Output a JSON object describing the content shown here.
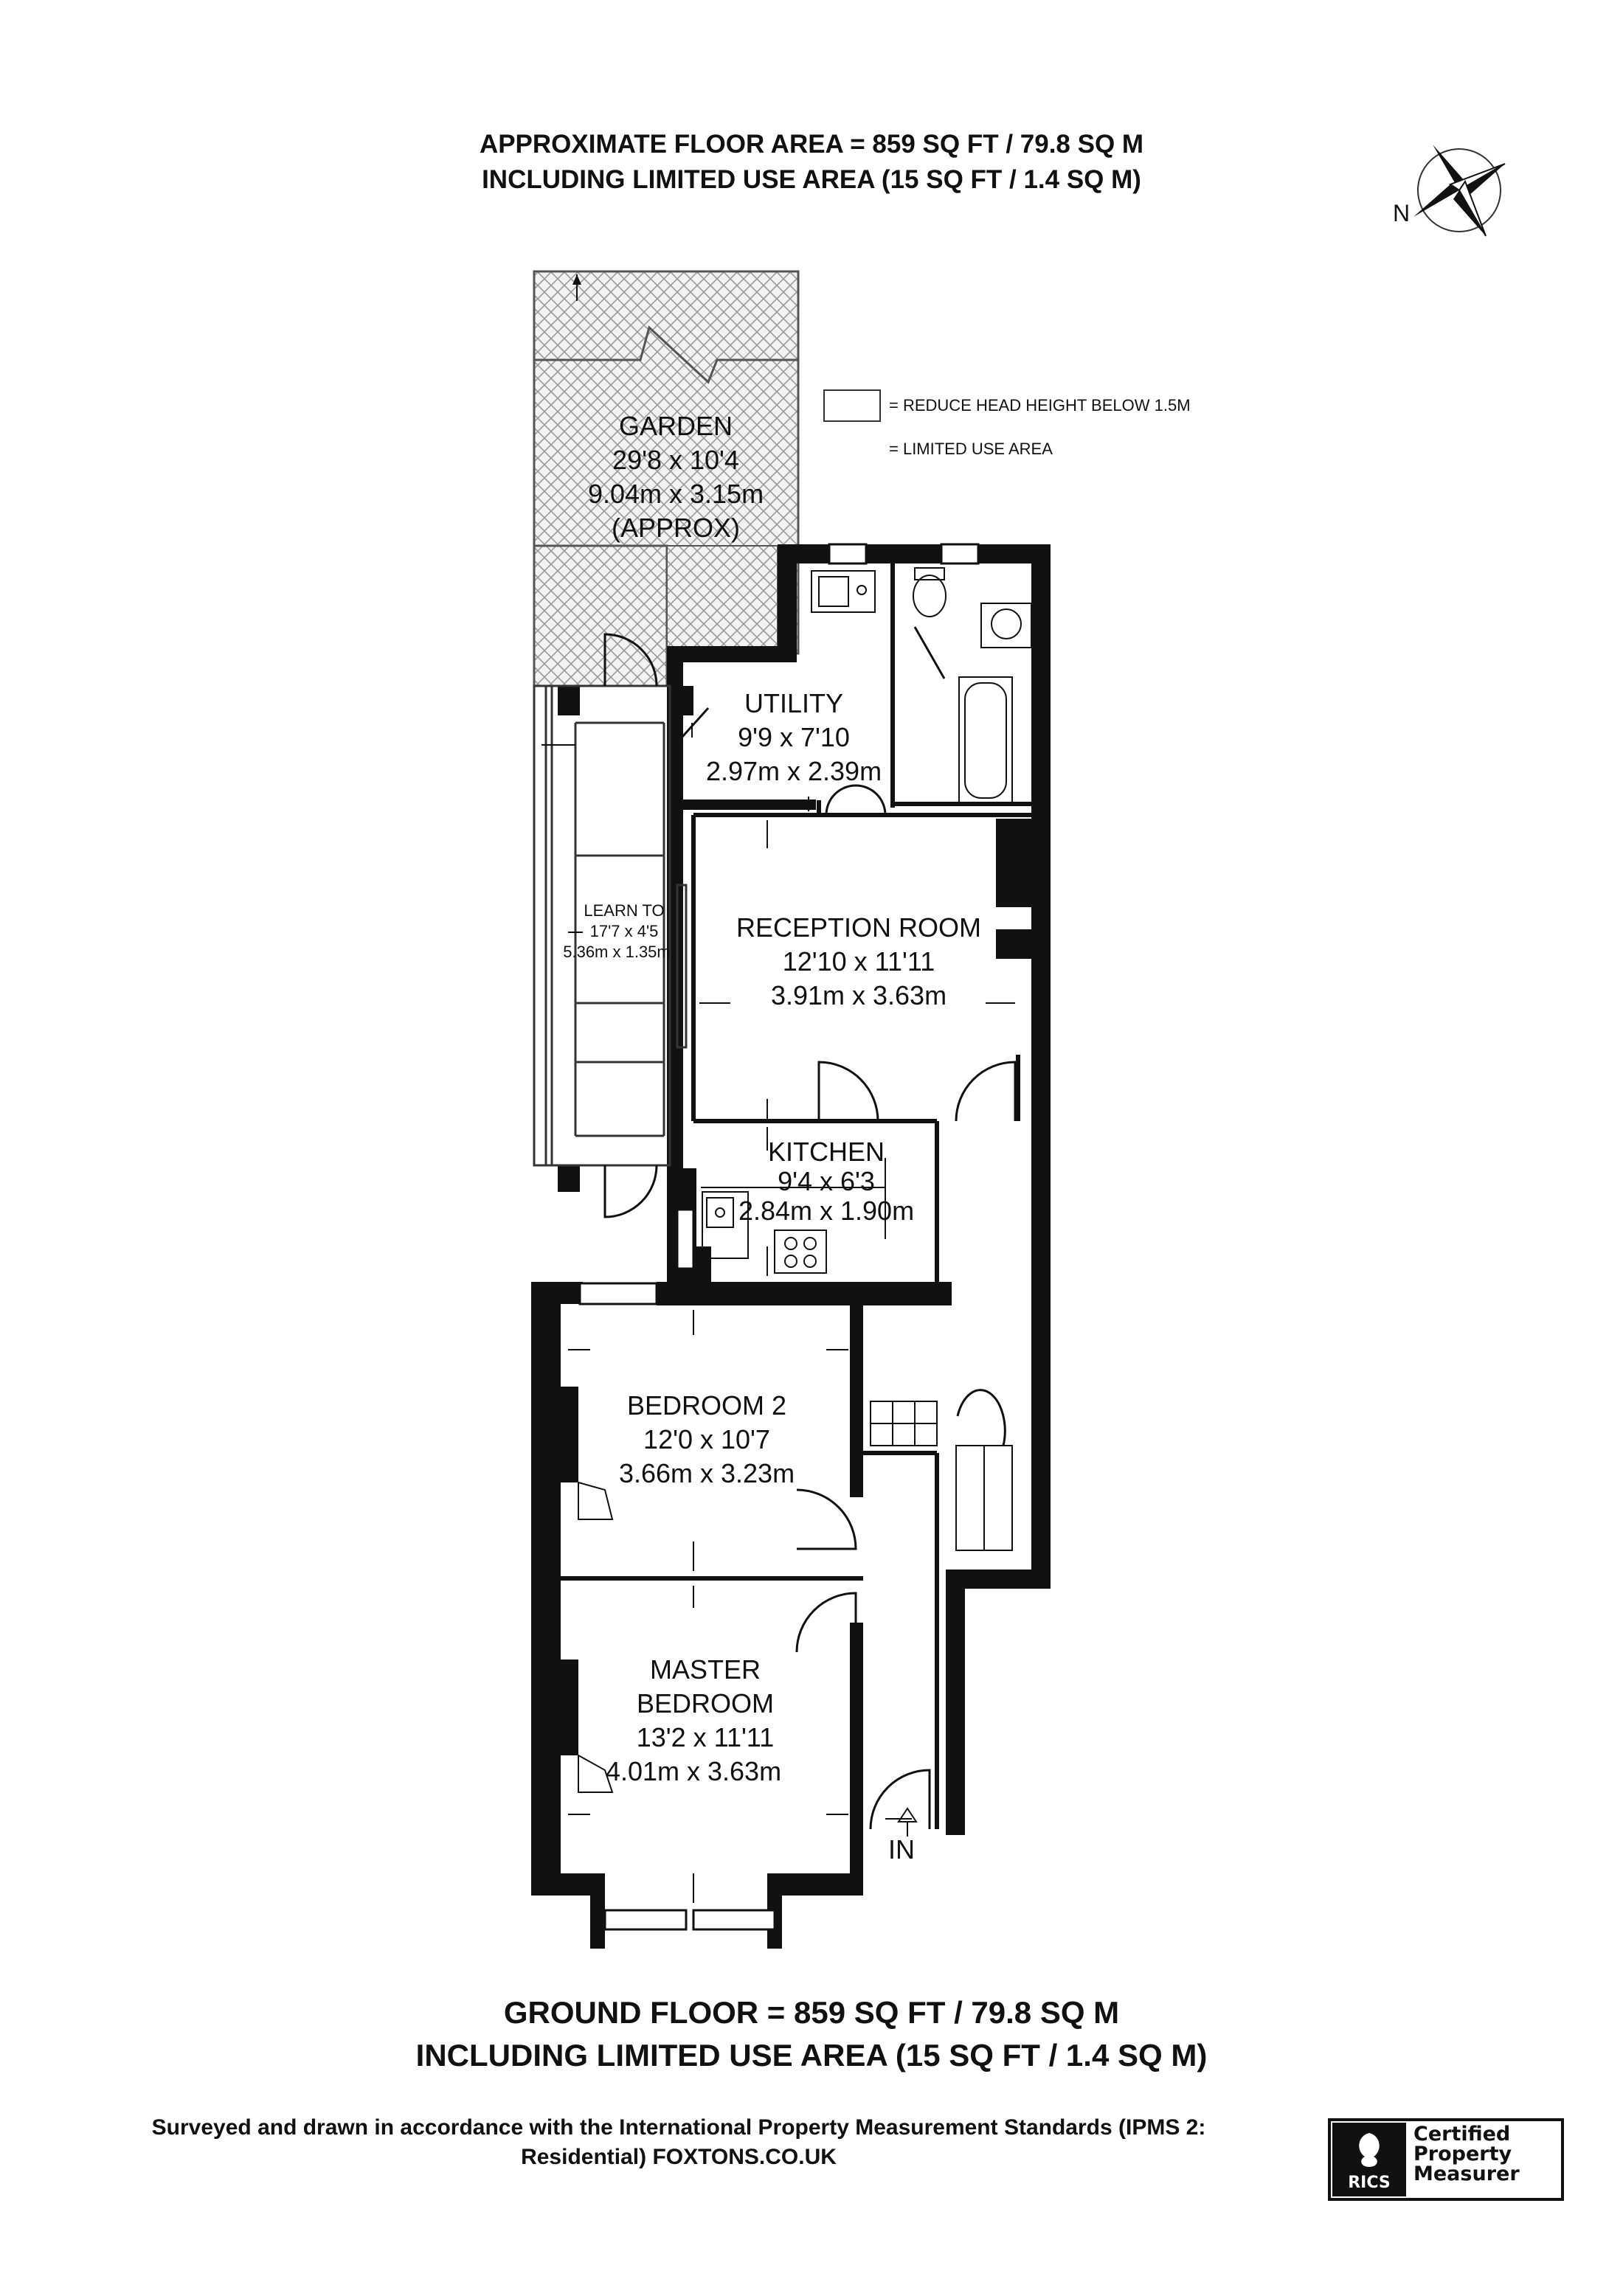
{
  "header": {
    "line1": "APPROXIMATE FLOOR AREA = 859 SQ FT / 79.8 SQ M",
    "line2": "INCLUDING LIMITED USE AREA (15 SQ FT / 1.4 SQ M)"
  },
  "compass": {
    "label": "N"
  },
  "legend": {
    "reduce_head_height": "= REDUCE HEAD HEIGHT BELOW 1.5M",
    "limited_use": "= LIMITED USE AREA"
  },
  "rooms": {
    "garden": {
      "name": "GARDEN",
      "imperial": "29'8 x 10'4",
      "metric": "9.04m x 3.15m",
      "note": "(APPROX)"
    },
    "utility": {
      "name": "UTILITY",
      "imperial": "9'9 x 7'10",
      "metric": "2.97m x 2.39m"
    },
    "lean_to": {
      "name": "LEARN TO",
      "imperial": "17'7 x 4'5",
      "metric": "5.36m x 1.35m"
    },
    "reception": {
      "name": "RECEPTION ROOM",
      "imperial": "12'10 x 11'11",
      "metric": "3.91m x 3.63m"
    },
    "kitchen": {
      "name": "KITCHEN",
      "imperial": "9'4 x 6'3",
      "metric": "2.84m x 1.90m"
    },
    "bedroom2": {
      "name": "BEDROOM 2",
      "imperial": "12'0 x 10'7",
      "metric": "3.66m x 3.23m"
    },
    "master": {
      "name_line1": "MASTER",
      "name_line2": "BEDROOM",
      "imperial": "13'2 x 11'11",
      "metric": "4.01m x 3.63m"
    }
  },
  "entrance": {
    "label": "IN"
  },
  "footer": {
    "line1": "GROUND FLOOR = 859 SQ FT / 79.8 SQ M",
    "line2": "INCLUDING LIMITED USE AREA (15 SQ FT / 1.4 SQ M)"
  },
  "survey": {
    "line1": "Surveyed and drawn in accordance with the International Property Measurement Standards (IPMS 2:",
    "line2": "Residential) FOXTONS.CO.UK"
  },
  "rics": {
    "logo_text": "RICS",
    "cert_line1": "Certified",
    "cert_line2": "Property",
    "cert_line3": "Measurer"
  }
}
